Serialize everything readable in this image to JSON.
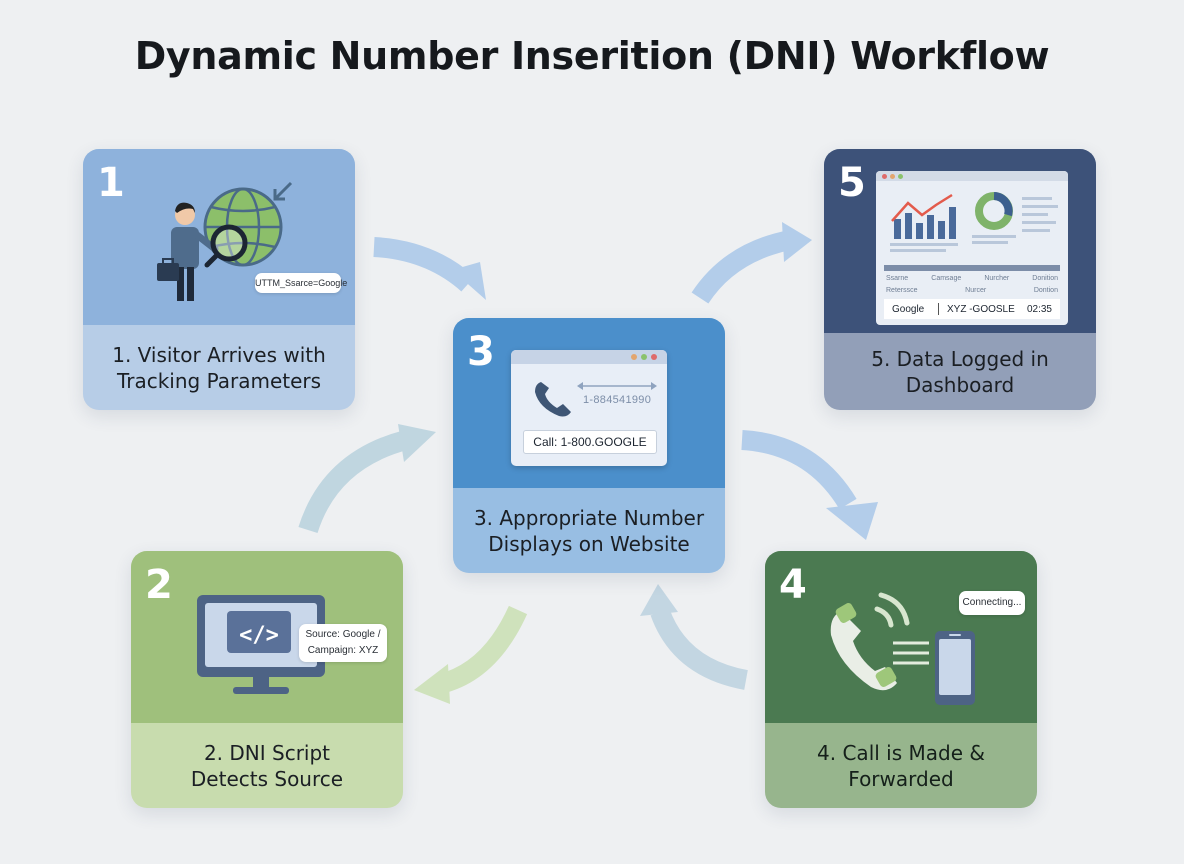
{
  "title": "Dynamic Number Inserition (DNI) Workflow",
  "colors": {
    "background": "#eef0f2",
    "step1": "#8eb2dc",
    "step2": "#9fc07c",
    "step3": "#4b8fcb",
    "step4": "#4b7a51",
    "step5": "#3d5279"
  },
  "steps": [
    {
      "number": "1",
      "caption": "1. Visitor Arrives with\nTracking Parameters",
      "tag": "UTTM_Ssarce=Google",
      "icons": [
        "visitor-icon",
        "briefcase-icon",
        "globe-icon",
        "magnifier-icon",
        "arrow-icon"
      ]
    },
    {
      "number": "2",
      "caption": "2. DNI Script\nDetects Source",
      "tag_line1": "Source: Google /",
      "tag_line2": "Campaign: XYZ",
      "icons": [
        "monitor-icon",
        "code-icon"
      ]
    },
    {
      "number": "3",
      "caption": "3. Appropriate Number\nDisplays on Website",
      "browser_number": "1-884541990",
      "call_label": "Call: 1-800.GOOGLE",
      "icons": [
        "browser-icon",
        "phone-icon"
      ]
    },
    {
      "number": "4",
      "caption": "4. Call is Made &\nForwarded",
      "bubble": "Connecting...",
      "icons": [
        "phone-handset-icon",
        "signal-icon",
        "smartphone-icon"
      ]
    },
    {
      "number": "5",
      "caption": "5. Data Logged in\nDashboard",
      "icons": [
        "dashboard-icon",
        "line-chart-icon",
        "donut-chart-icon"
      ],
      "table": {
        "headers": [
          "Ssarne",
          "Camsage",
          "Nurcher",
          "Donition"
        ],
        "row2": [
          "Reterssce",
          "Nurcer",
          "Dontion"
        ],
        "row": [
          "Google",
          "XYZ -GOOSLE",
          "02:35"
        ]
      }
    }
  ]
}
